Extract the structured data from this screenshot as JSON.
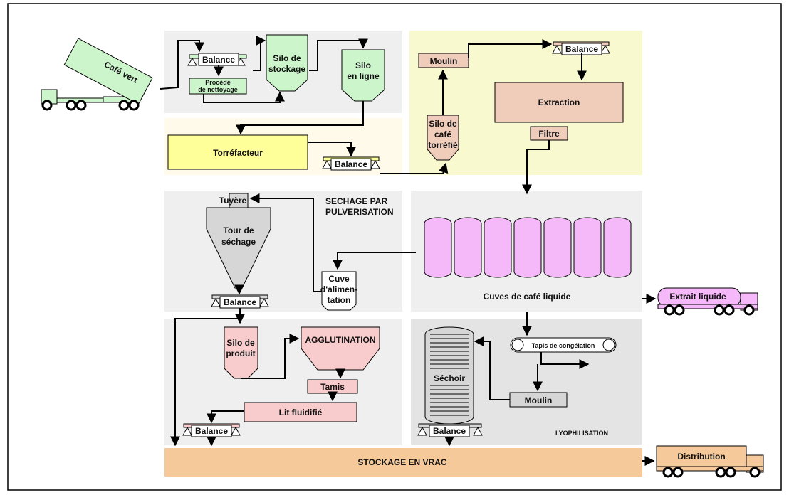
{
  "colors": {
    "green": "#ccf5cc",
    "pink": "#f8cccc",
    "violet": "#f5b8f8",
    "yellow": "#ffff99",
    "beige": "#f0ccbb",
    "grayShape": "#d6d6d6",
    "orange": "#f6c99b",
    "bgGray": "#efefef",
    "bgCream": "#fffaea",
    "bgYellow": "#f9f9d0"
  },
  "labels": {
    "cafe_vert": "Café vert",
    "balance": "Balance",
    "procede": "Procédé",
    "nettoyage": "de nettoyage",
    "silo_stockage_1": "Silo de",
    "silo_stockage_2": "stockage",
    "silo_ligne_1": "Silo",
    "silo_ligne_2": "en ligne",
    "moulin": "Moulin",
    "extraction": "Extraction",
    "filtre": "Filtre",
    "torrefacteur": "Torréfacteur",
    "silo_torrefie_1": "Silo de",
    "silo_torrefie_2": "café",
    "silo_torrefie_3": "torréfié",
    "tuyere": "Tuyère",
    "sechage_1": "SECHAGE PAR",
    "sechage_2": "PULVERISATION",
    "tour_1": "Tour de",
    "tour_2": "séchage",
    "cuve_1": "Cuve",
    "cuve_2": "d'alimen-",
    "cuve_3": "tation",
    "cuves_liquide": "Cuves de café liquide",
    "extrait_liquide": "Extrait liquide",
    "silo_produit_1": "Silo de",
    "silo_produit_2": "produit",
    "agglutination": "AGGLUTINATION",
    "tamis": "Tamis",
    "lit_fluidifie": "Lit fluidifié",
    "sechoir": "Séchoir",
    "tapis": "Tapis de congélation",
    "lyophilisation": "LYOPHILISATION",
    "stockage_vrac": "STOCKAGE EN VRAC",
    "distribution": "Distribution"
  }
}
